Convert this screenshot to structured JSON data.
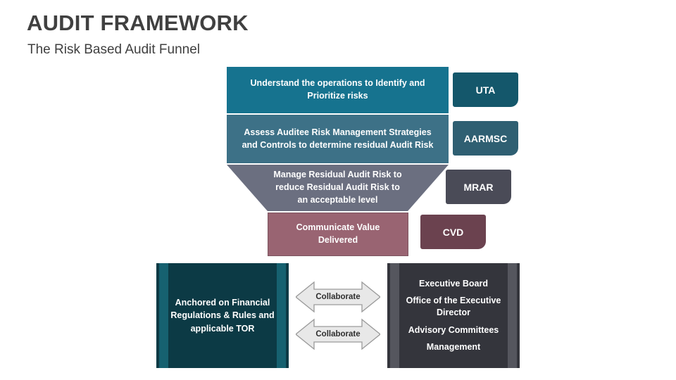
{
  "header": {
    "title": "AUDIT FRAMEWORK",
    "subtitle": "The Risk Based Audit Funnel"
  },
  "colors": {
    "band_1": "#16738f",
    "band_2": "#3d7187",
    "band_3": "#6b6f80",
    "band_4": "#996472",
    "badge_uta": "#14576b",
    "badge_aarmsc": "#2f5f72",
    "badge_mrar": "#4a4b57",
    "badge_cvd": "#6b424f",
    "anchored_box": "#0c3a45",
    "governance_box": "#34353c",
    "title_text": "#404040",
    "arrow_fill": "#e8e8e8"
  },
  "funnel": {
    "stages": [
      {
        "text": "Understand the operations to Identify and Prioritize risks",
        "abbrev": "UTA"
      },
      {
        "text": "Assess Auditee Risk Management Strategies and Controls to determine residual Audit Risk",
        "abbrev": "AARMSC"
      },
      {
        "text": "Manage Residual Audit Risk to reduce Residual Audit Risk to an acceptable level",
        "abbrev": "MRAR"
      },
      {
        "text": "Communicate Value Delivered",
        "abbrev": "CVD"
      }
    ]
  },
  "foundation": {
    "anchored": {
      "text": "Anchored on Financial Regulations & Rules and applicable TOR"
    },
    "governance": {
      "items": [
        "Executive Board",
        "Office of the Executive Director",
        "Advisory Committees",
        "Management"
      ]
    },
    "connectors": [
      {
        "label": "Collaborate"
      },
      {
        "label": "Collaborate"
      }
    ]
  }
}
